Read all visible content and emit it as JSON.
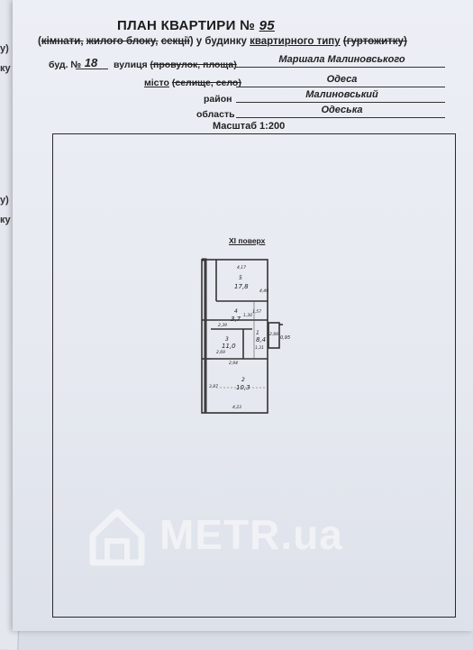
{
  "left_sheet": {
    "fragments": [
      "у)",
      "ку",
      "у)",
      "ку"
    ]
  },
  "header": {
    "title_prefix": "ПЛАН КВАРТИРИ №",
    "apartment_number": "95",
    "subtitle_open": "(",
    "subtitle_rooms": "кімнати,",
    "subtitle_block": "жилого блоку,",
    "subtitle_section": "секції",
    "subtitle_mid": ") у будинку",
    "subtitle_type": "квартирного типу",
    "subtitle_dorm": "(гуртожитку)"
  },
  "address": {
    "building_label": "буд. №",
    "building_number": "18",
    "street_label": "вулиця",
    "street_alt": "(провулок, площа)",
    "street_value": "Маршала Малиновського",
    "city_label": "місто",
    "city_alt": "(селище, село)",
    "city_value": "Одеса",
    "district_label": "район",
    "district_value": "Малиновський",
    "region_label": "область",
    "region_value": "Одеська"
  },
  "scale_label": "Масштаб 1:200",
  "floor_label": "XI поверх",
  "rooms": [
    {
      "number": "5",
      "area": "17,8"
    },
    {
      "number": "4",
      "area": "3,7"
    },
    {
      "number": "3",
      "area": "11,0"
    },
    {
      "number": "1",
      "area": "8,4"
    },
    {
      "number": "2",
      "area": "10,3"
    }
  ],
  "dimensions": [
    "4,17",
    "4,49",
    "1,57",
    "2,39",
    "1,31",
    "2,94",
    "1,30",
    "2,69",
    "3,87",
    "4,23",
    "0,95",
    "2,88"
  ],
  "watermark": "METR.ua",
  "colors": {
    "paper": "#e9ecf2",
    "ink": "#222222"
  }
}
